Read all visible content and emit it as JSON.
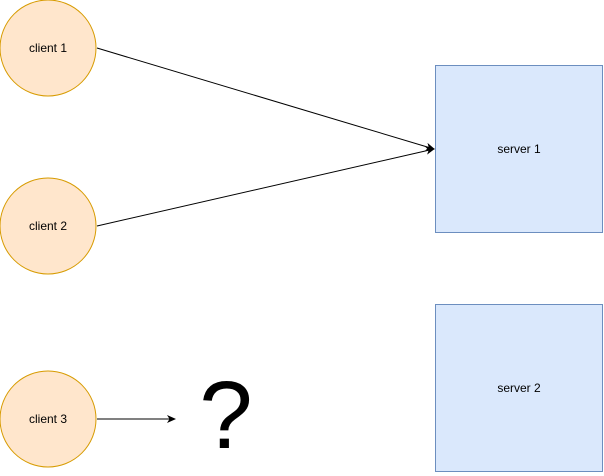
{
  "diagram": {
    "clients": [
      {
        "label": "client 1"
      },
      {
        "label": "client 2"
      },
      {
        "label": "client 3"
      }
    ],
    "servers": [
      {
        "label": "server 1"
      },
      {
        "label": "server 2"
      }
    ],
    "unknown_target": {
      "label": "?"
    },
    "colors": {
      "client_fill": "#ffe6cc",
      "client_stroke": "#d79b00",
      "server_fill": "#dae8fc",
      "server_stroke": "#6c8ebf",
      "edge": "#000000"
    }
  }
}
